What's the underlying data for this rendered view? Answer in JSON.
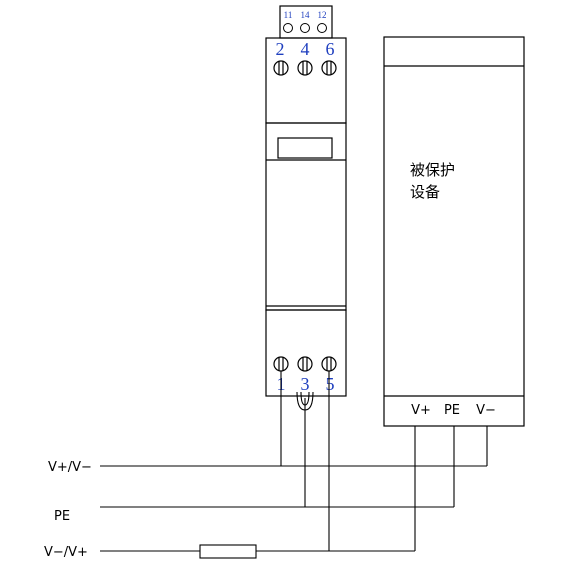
{
  "module": {
    "top_small_numbers": [
      "11",
      "14",
      "12"
    ],
    "top_terminal_numbers": [
      "2",
      "4",
      "6"
    ],
    "bottom_terminal_numbers": [
      "1",
      "3",
      "5"
    ]
  },
  "device": {
    "title_line1": "被保护",
    "title_line2": "设备",
    "terminals": [
      "V+",
      "PE",
      "V−"
    ]
  },
  "lines": {
    "line1_label": "V+/V−",
    "line2_label": "PE",
    "line3_label": "V−/V+"
  },
  "colors": {
    "stroke": "#000000",
    "terminal_numbers": "#1f3fbf"
  }
}
